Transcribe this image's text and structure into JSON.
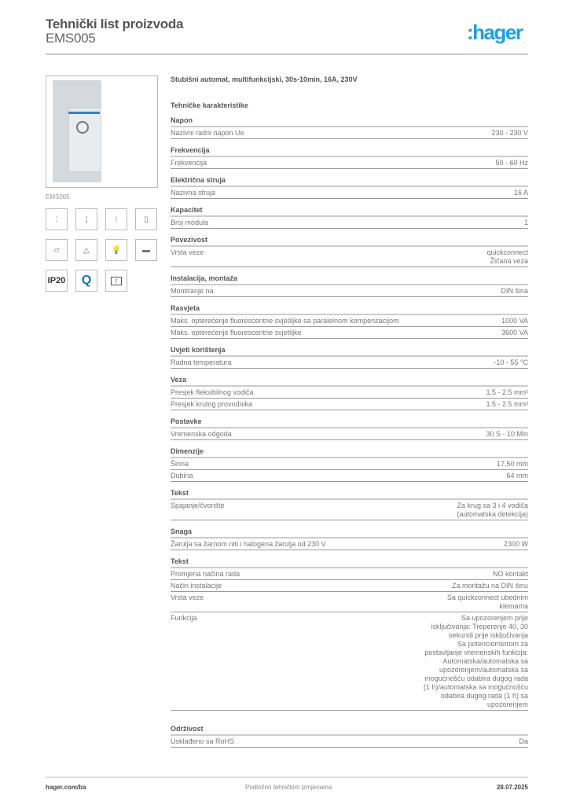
{
  "header": {
    "title": "Tehnički list proizvoda",
    "subtitle": "EMS005",
    "logo": ":hager",
    "brand_color": "#1ba1e2"
  },
  "left": {
    "caption": "EMS005",
    "icons": [
      {
        "name": "fluorescent-lamp-icon",
        "glyph": "⫶"
      },
      {
        "name": "tube-lamp-icon",
        "glyph": "¦"
      },
      {
        "name": "led-strip-icon",
        "glyph": "⁝"
      },
      {
        "name": "din-module-icon",
        "glyph": "▯"
      },
      {
        "name": "module-outline-icon",
        "glyph": "▱"
      },
      {
        "name": "staircase-light-icon",
        "glyph": "△"
      },
      {
        "name": "bulb-icon",
        "glyph": "💡"
      },
      {
        "name": "tube-icon",
        "glyph": "▬"
      },
      {
        "name": "ip20-icon",
        "glyph": "IP20"
      },
      {
        "name": "quickconnect-icon",
        "glyph": "Q"
      },
      {
        "name": "timer-icon",
        "glyph": "t"
      }
    ]
  },
  "product_description": "Stubišni automat, multifunkcijski, 30s-10min, 16A, 230V",
  "characteristics_title": "Tehničke karakteristike",
  "sections": [
    {
      "title": "Napon",
      "rows": [
        {
          "label": "Nazivni radni napon Ue",
          "value": "230 - 230 V"
        }
      ]
    },
    {
      "title": "Frekvencija",
      "rows": [
        {
          "label": "Frekvencija",
          "value": "50 - 60 Hz"
        }
      ]
    },
    {
      "title": "Električna struja",
      "rows": [
        {
          "label": "Nazivna struja",
          "value": "16 A"
        }
      ]
    },
    {
      "title": "Kapacitet",
      "rows": [
        {
          "label": "Broj modula",
          "value": "1"
        }
      ]
    },
    {
      "title": "Povezivost",
      "rows": [
        {
          "label": "Vrsta veze",
          "value": "quickconnect\nŽičana veza"
        }
      ]
    },
    {
      "title": "Instalacija, montaža",
      "rows": [
        {
          "label": "Montiranje na",
          "value": "DIN šina"
        }
      ]
    },
    {
      "title": "Rasvjeta",
      "rows": [
        {
          "label": "Maks. opterećenje fluorescentne svjetiljke sa paralelnom kompenzacijom",
          "value": "1000 VA"
        },
        {
          "label": "Maks. opterećenje fluorescentne svjetiljke",
          "value": "3600 VA"
        }
      ]
    },
    {
      "title": "Uvjeti korištenja",
      "rows": [
        {
          "label": "Radna temperatura",
          "value": "-10 - 55 °C"
        }
      ]
    },
    {
      "title": "Veza",
      "rows": [
        {
          "label": "Presjek fleksibilnog vodiča",
          "value": "1.5 - 2.5 mm²"
        },
        {
          "label": "Presjek krutog provodnika",
          "value": "1.5 - 2.5 mm²"
        }
      ]
    },
    {
      "title": "Postavke",
      "rows": [
        {
          "label": "Vremenska odgoda",
          "value": "30 S - 10 Min"
        }
      ]
    },
    {
      "title": "Dimenzije",
      "rows": [
        {
          "label": "Širina",
          "value": "17,50 mm"
        },
        {
          "label": "Dubina",
          "value": "64 mm"
        }
      ]
    },
    {
      "title": "Tekst",
      "rows": [
        {
          "label": "Spajanje/čvorište",
          "value": "Za krug sa 3 i 4 vodiča\n(automatska detekcija)"
        }
      ]
    },
    {
      "title": "Snaga",
      "rows": [
        {
          "label": "Žarulja sa žarnom niti i halogena žarulja od 230 V",
          "value": "2300 W"
        }
      ]
    },
    {
      "title": "Tekst",
      "rows": [
        {
          "label": "Promjena načina rada",
          "value": "NO kontakt"
        },
        {
          "label": "Način instalacije",
          "value": "Za montažu na DIN šinu"
        },
        {
          "label": "Vrsta veze",
          "value": "Sa quickconnect ubodnim\nklemama"
        },
        {
          "label": "Funkcija",
          "value": "Sa upozorenjem prije\nisključivanja: Treperenje 40, 30\nsekundi prije isključivanja\nSa potenciometrom za\npostavljanje vremenskih funkcija:\nAutomatska/automatska sa\nupozorenjem/automatska sa\nmogućnošću odabira dugog rada\n(1 h)/automatska sa mogućnošću\nodabira dugog rada (1 h) sa\nupozorenjem"
        }
      ]
    },
    {
      "title": "Održivost",
      "rows": [
        {
          "label": "Usklađeno sa RoHS",
          "value": "Da"
        }
      ]
    }
  ],
  "footer": {
    "website": "hager.com/ba",
    "note": "Podložno tehničkim izmjenama",
    "date": "28.07.2025"
  }
}
